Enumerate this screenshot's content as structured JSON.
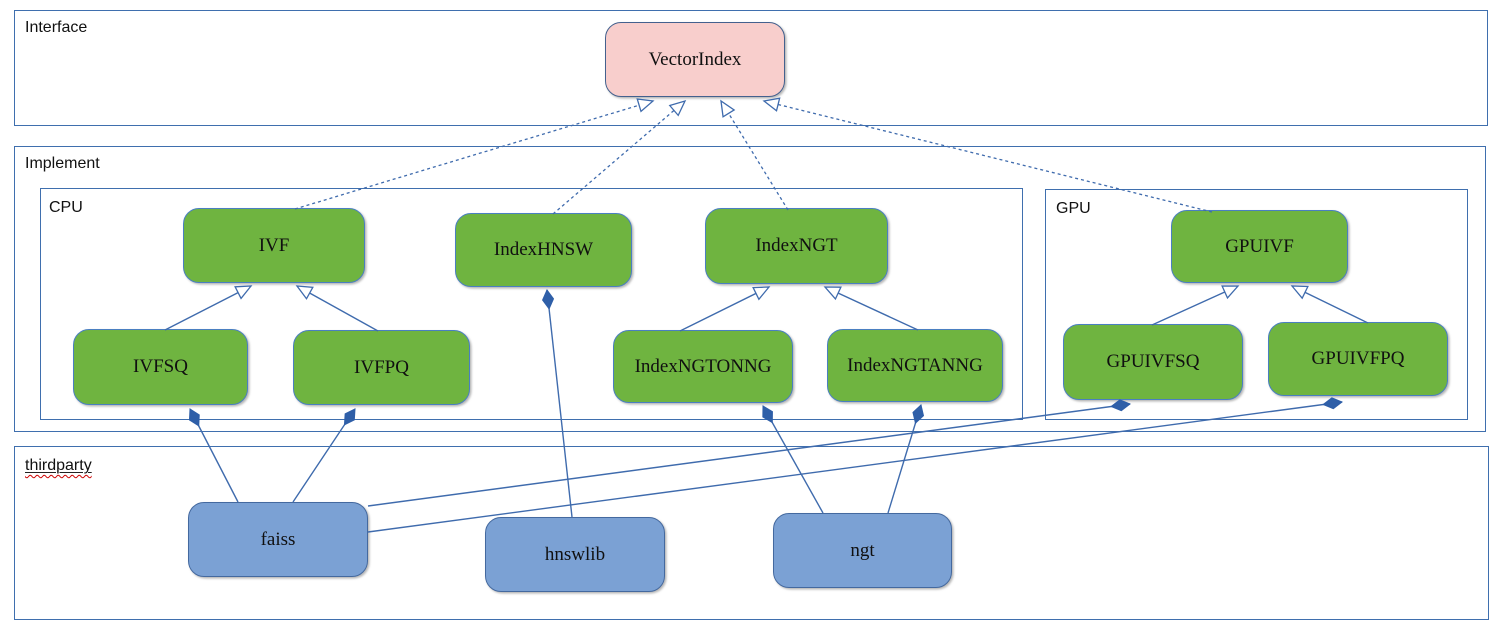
{
  "containers": {
    "interface": {
      "label": "Interface"
    },
    "implement": {
      "label": "Implement"
    },
    "cpu": {
      "label": "CPU"
    },
    "gpu": {
      "label": "GPU"
    },
    "thirdparty": {
      "label": "thirdparty"
    }
  },
  "nodes": {
    "vectorindex": {
      "label": "VectorIndex",
      "kind": "interface",
      "container": "interface"
    },
    "ivf": {
      "label": "IVF",
      "kind": "class",
      "container": "cpu"
    },
    "indexhnsw": {
      "label": "IndexHNSW",
      "kind": "class",
      "container": "cpu"
    },
    "indexngt": {
      "label": "IndexNGT",
      "kind": "class",
      "container": "cpu"
    },
    "ivfsq": {
      "label": "IVFSQ",
      "kind": "class",
      "container": "cpu"
    },
    "ivfpq": {
      "label": "IVFPQ",
      "kind": "class",
      "container": "cpu"
    },
    "indexngtonng": {
      "label": "IndexNGTONNG",
      "kind": "class",
      "container": "cpu"
    },
    "indexngtanng": {
      "label": "IndexNGTANNG",
      "kind": "class",
      "container": "cpu"
    },
    "gpuivf": {
      "label": "GPUIVF",
      "kind": "class",
      "container": "gpu"
    },
    "gpuivfsq": {
      "label": "GPUIVFSQ",
      "kind": "class",
      "container": "gpu"
    },
    "gpuivfpq": {
      "label": "GPUIVFPQ",
      "kind": "class",
      "container": "gpu"
    },
    "faiss": {
      "label": "faiss",
      "kind": "library",
      "container": "thirdparty"
    },
    "hnswlib": {
      "label": "hnswlib",
      "kind": "library",
      "container": "thirdparty"
    },
    "ngt": {
      "label": "ngt",
      "kind": "library",
      "container": "thirdparty"
    }
  },
  "edges": [
    {
      "from": "ivf",
      "to": "vectorindex",
      "type": "realization",
      "style": "dashed, hollow triangle at interface"
    },
    {
      "from": "indexhnsw",
      "to": "vectorindex",
      "type": "realization",
      "style": "dashed, hollow triangle at interface"
    },
    {
      "from": "indexngt",
      "to": "vectorindex",
      "type": "realization",
      "style": "dashed, hollow triangle at interface"
    },
    {
      "from": "gpuivf",
      "to": "vectorindex",
      "type": "realization",
      "style": "dashed, hollow triangle at interface"
    },
    {
      "from": "ivfsq",
      "to": "ivf",
      "type": "generalization",
      "style": "solid, hollow triangle at parent"
    },
    {
      "from": "ivfpq",
      "to": "ivf",
      "type": "generalization",
      "style": "solid, hollow triangle at parent"
    },
    {
      "from": "indexngtonng",
      "to": "indexngt",
      "type": "generalization",
      "style": "solid, hollow triangle at parent"
    },
    {
      "from": "indexngtanng",
      "to": "indexngt",
      "type": "generalization",
      "style": "solid, hollow triangle at parent"
    },
    {
      "from": "gpuivfsq",
      "to": "gpuivf",
      "type": "generalization",
      "style": "solid, hollow triangle at parent"
    },
    {
      "from": "gpuivfpq",
      "to": "gpuivf",
      "type": "generalization",
      "style": "solid, hollow triangle at parent"
    },
    {
      "from": "faiss",
      "to": "ivfsq",
      "type": "composition",
      "style": "solid, filled diamond at class"
    },
    {
      "from": "faiss",
      "to": "ivfpq",
      "type": "composition",
      "style": "solid, filled diamond at class"
    },
    {
      "from": "faiss",
      "to": "gpuivfsq",
      "type": "composition",
      "style": "solid, filled diamond at class"
    },
    {
      "from": "faiss",
      "to": "gpuivfpq",
      "type": "composition",
      "style": "solid, filled diamond at class"
    },
    {
      "from": "hnswlib",
      "to": "indexhnsw",
      "type": "composition",
      "style": "solid, filled diamond at class"
    },
    {
      "from": "ngt",
      "to": "indexngtonng",
      "type": "composition",
      "style": "solid, filled diamond at class"
    },
    {
      "from": "ngt",
      "to": "indexngtanng",
      "type": "composition",
      "style": "solid, filled diamond at class"
    }
  ],
  "colors": {
    "edge_stroke": "#3f6bad",
    "container_border": "#3f6fae",
    "class_fill": "#6fb440",
    "class_border": "#4a7fc1",
    "library_fill": "#7ba1d4",
    "library_border": "#44699f",
    "interface_fill": "#f8cecc",
    "interface_border": "#44618e",
    "diamond_fill": "#2f5fa8",
    "spellcheck_wavy": "#cc0000"
  }
}
